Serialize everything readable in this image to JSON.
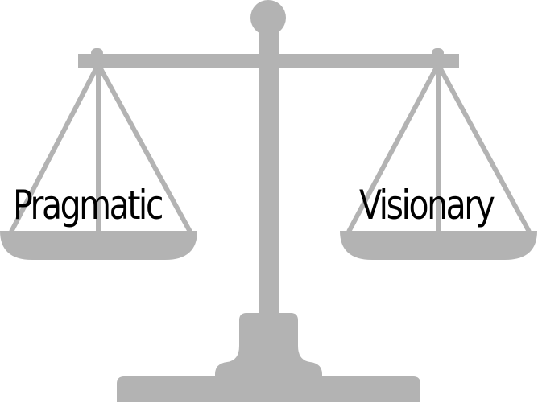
{
  "diagram": {
    "type": "balance-scale",
    "colors": {
      "scale": "#b3b3b3",
      "text": "#000000",
      "background": "#ffffff"
    },
    "left_pan": {
      "label": "Pragmatic"
    },
    "right_pan": {
      "label": "Visionary"
    }
  }
}
